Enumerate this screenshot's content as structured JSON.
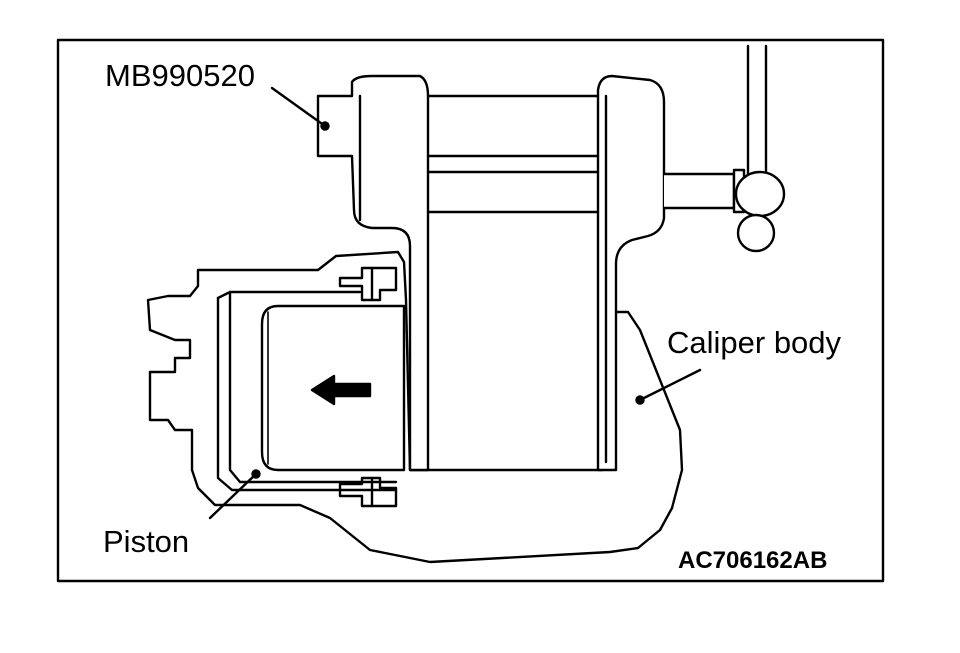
{
  "figure": {
    "labels": {
      "tool": "MB990520",
      "caliper": "Caliper body",
      "piston": "Piston"
    },
    "figure_id": "AC706162AB",
    "arrow_direction": "left",
    "colors": {
      "line": "#000000",
      "fill": "#ffffff"
    }
  }
}
